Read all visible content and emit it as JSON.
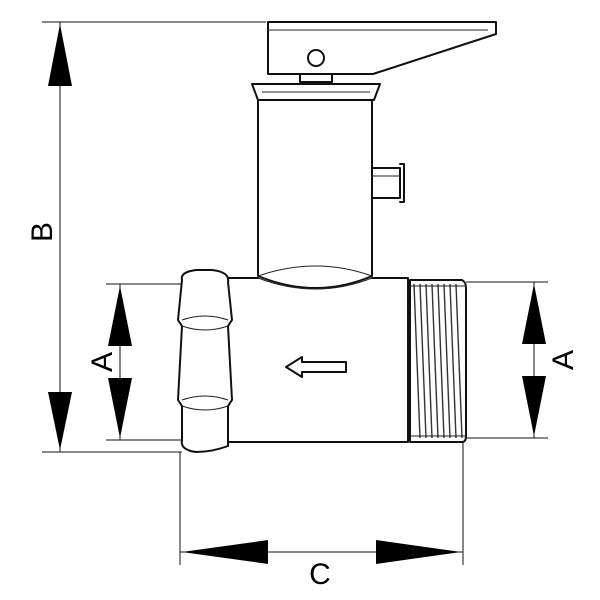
{
  "dimensions": {
    "height_label": "B",
    "inlet_label": "A",
    "outlet_label": "A",
    "length_label": "C"
  },
  "colors": {
    "line": "#111111",
    "background": "#ffffff"
  },
  "icons": {
    "flow_direction": "left-arrow-icon"
  }
}
